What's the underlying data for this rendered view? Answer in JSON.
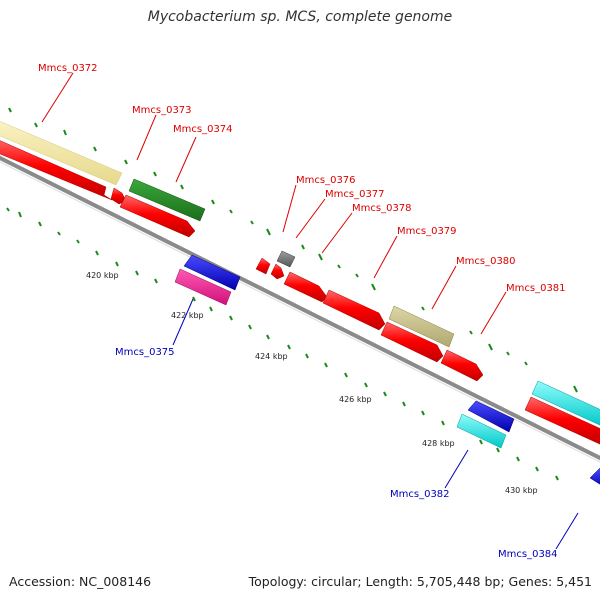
{
  "title": "Mycobacterium sp. MCS, complete genome",
  "accession": "Accession: NC_008146",
  "summary": "Topology: circular; Length: 5,705,448 bp; Genes: 5,451",
  "colors": {
    "backbone": "#8a8a8a",
    "tick": "#1a8a1a",
    "forward_label": "#dd0000",
    "reverse_label": "#0000bb"
  },
  "scale_labels": [
    "420 kbp",
    "422 kbp",
    "424 kbp",
    "426 kbp",
    "428 kbp",
    "430 kbp"
  ],
  "genes": [
    {
      "name": "Mmcs_0372",
      "strand": "forward",
      "color": "#f0e6a0"
    },
    {
      "name": "Mmcs_0373",
      "strand": "forward",
      "color": "#ff0000"
    },
    {
      "name": "Mmcs_0374",
      "strand": "forward",
      "color": "#228b22"
    },
    {
      "name": "Mmcs_0375",
      "strand": "reverse",
      "color": "#0000ee"
    },
    {
      "name": "Mmcs_0376",
      "strand": "forward",
      "color": "#ff0000"
    },
    {
      "name": "Mmcs_0377",
      "strand": "forward",
      "color": "#777777"
    },
    {
      "name": "Mmcs_0378",
      "strand": "forward",
      "color": "#ff0000"
    },
    {
      "name": "Mmcs_0379",
      "strand": "forward",
      "color": "#ff0000"
    },
    {
      "name": "Mmcs_0380",
      "strand": "forward",
      "color": "#c8c08a"
    },
    {
      "name": "Mmcs_0381",
      "strand": "forward",
      "color": "#ff0000"
    },
    {
      "name": "Mmcs_0382",
      "strand": "reverse",
      "color": "#00e5e5"
    },
    {
      "name": "Mmcs_0384",
      "strand": "reverse",
      "color": "#0000ee"
    }
  ]
}
